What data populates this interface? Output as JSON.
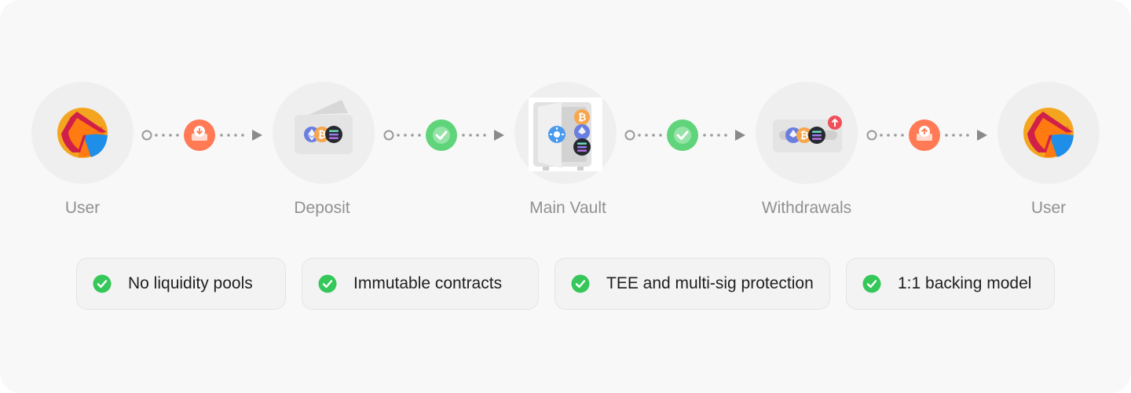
{
  "flow": {
    "nodes": [
      {
        "label": "User",
        "icon": "user-logo-icon"
      },
      {
        "label": "Deposit",
        "icon": "deposit-wallet-icon"
      },
      {
        "label": "Main Vault",
        "icon": "vault-safe-icon"
      },
      {
        "label": "Withdrawals",
        "icon": "withdrawal-tray-icon"
      },
      {
        "label": "User",
        "icon": "user-logo-icon"
      }
    ],
    "connectors": [
      {
        "icon": "download-icon",
        "color": "#ff7a55"
      },
      {
        "icon": "check-icon",
        "color": "#5fd47a"
      },
      {
        "icon": "check-icon",
        "color": "#5fd47a"
      },
      {
        "icon": "upload-icon",
        "color": "#ff7a55"
      }
    ]
  },
  "features": [
    {
      "text": "No liquidity pools"
    },
    {
      "text": "Immutable contracts"
    },
    {
      "text": "TEE and multi-sig protection"
    },
    {
      "text": "1:1 backing model"
    }
  ],
  "colors": {
    "success": "#35c75a",
    "accent_orange": "#ff7a55",
    "label_gray": "#909090",
    "btc_orange": "#f7a64b",
    "eth_blue": "#6a7ee0"
  }
}
